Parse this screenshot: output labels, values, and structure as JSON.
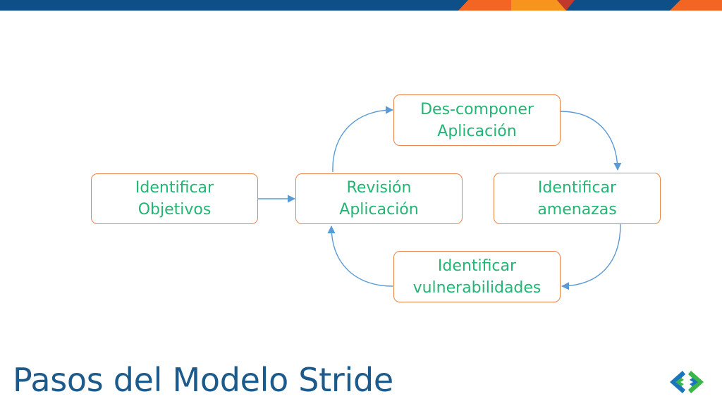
{
  "slide": {
    "title": "Pasos del Modelo Stride"
  },
  "diagram": {
    "nodes": {
      "identificar_objetivos": "Identificar\nObjetivos",
      "revision_aplicacion": "Revisión\nAplicación",
      "descomponer_aplicacion": "Des-componer\nAplicación",
      "identificar_amenazas": "Identificar\namenazas",
      "identificar_vulnerabilidades": "Identificar\nvulnerabilidades"
    },
    "edges": [
      {
        "from": "identificar_objetivos",
        "to": "revision_aplicacion"
      },
      {
        "from": "revision_aplicacion",
        "to": "descomponer_aplicacion"
      },
      {
        "from": "descomponer_aplicacion",
        "to": "identificar_amenazas"
      },
      {
        "from": "identificar_amenazas",
        "to": "identificar_vulnerabilidades"
      },
      {
        "from": "identificar_vulnerabilidades",
        "to": "revision_aplicacion"
      }
    ]
  },
  "colors": {
    "node_text": "#22b573",
    "node_border": "#e8834a",
    "arrow": "#5b9bd5",
    "title": "#1b5a8a",
    "bar_blue": "#0f4f87",
    "bar_orange": "#f26522",
    "bar_amber": "#f7941d",
    "logo_blue": "#1b75bb",
    "logo_green": "#39b54a"
  },
  "icons": {
    "logo": "angle-brackets-logo"
  }
}
